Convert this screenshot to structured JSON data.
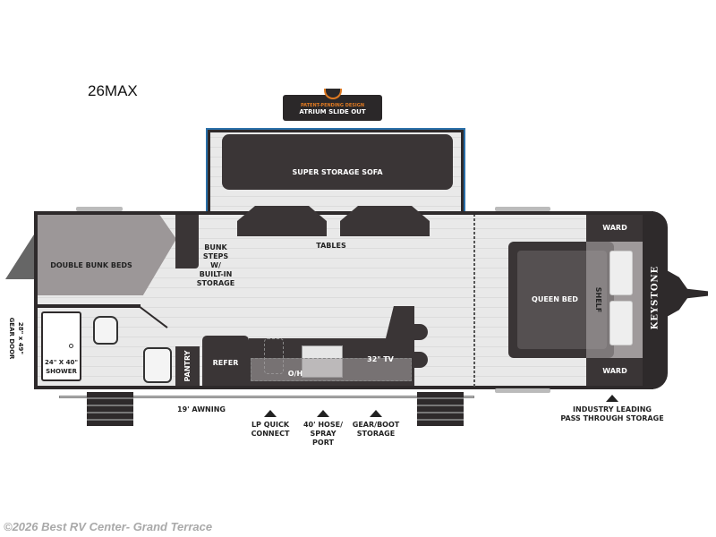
{
  "model": "26MAX",
  "badge": {
    "top": "PATENT-PENDING DESIGN",
    "bottom": "ATRIUM SLIDE OUT"
  },
  "brand": "KEYSTONE",
  "rooms": {
    "sofa": "SUPER STORAGE SOFA",
    "tables": "TABLES",
    "bunk_beds": "DOUBLE BUNK BEDS",
    "bunk_steps": [
      "BUNK",
      "STEPS",
      "W/",
      "BUILT-IN",
      "STORAGE"
    ],
    "gear_door": [
      "28\" x 49\"",
      "GEAR DOOR"
    ],
    "shower": [
      "24\" X 40\"",
      "SHOWER"
    ],
    "pantry": "PANTRY",
    "refer": "REFER",
    "oh": "O/H",
    "tv": "32\" TV",
    "queen_bed": "QUEEN BED",
    "shelf": "SHELF",
    "ward_top": "WARD",
    "ward_bottom": "WARD"
  },
  "callouts": {
    "awning": "19' AWNING",
    "lp": [
      "LP QUICK",
      "CONNECT"
    ],
    "hose": [
      "40' HOSE/",
      "SPRAY",
      "PORT"
    ],
    "gear": [
      "GEAR/BOOT",
      "STORAGE"
    ],
    "pass": [
      "INDUSTRY LEADING",
      "PASS THROUGH STORAGE"
    ]
  },
  "copyright": "©2026 Best RV Center- Grand Terrace",
  "colors": {
    "wall": "#2e2a2b",
    "slide_outline": "#2a6fa8",
    "badge_accent": "#e07a22"
  }
}
